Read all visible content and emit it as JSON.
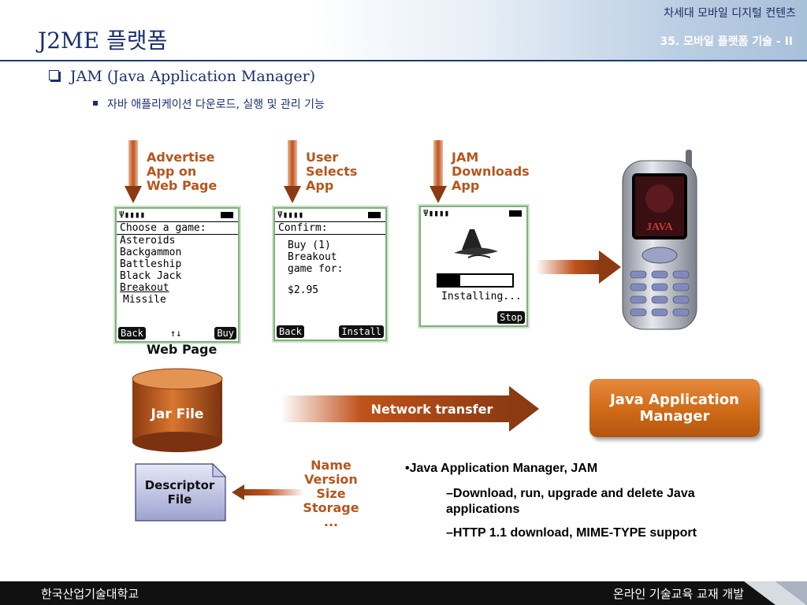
{
  "header": {
    "title": "J2ME 플랫폼",
    "course": "차세대 모바일 디지털 컨텐츠",
    "chapter": "35. 모바일 플랫폼 기술 - II"
  },
  "content": {
    "bullet1": "JAM (Java Application Manager)",
    "bullet2": "자바 애플리케이션 다운로드, 실행 및 관리 기능"
  },
  "diagram": {
    "steps": [
      {
        "label_lines": [
          "Advertise",
          "App on",
          "Web Page"
        ]
      },
      {
        "label_lines": [
          "User",
          "Selects",
          "App"
        ]
      },
      {
        "label_lines": [
          "JAM",
          "Downloads",
          "App"
        ]
      }
    ],
    "screen1": {
      "signal": "Ψ▮▮▮▮",
      "header": "Choose a game:",
      "items": [
        "Asteroids",
        "Backgammon",
        "Battleship",
        "Black Jack",
        "Breakout",
        "Missile"
      ],
      "left_key": "Back",
      "nav": "↑↓",
      "right_key": "Buy"
    },
    "screen1_caption": "Web Page",
    "screen2": {
      "signal": "Ψ▮▮▮▮",
      "header": "Confirm:",
      "lines": [
        "Buy (1)",
        "Breakout",
        "game for:",
        "",
        "$2.95"
      ],
      "left_key": "Back",
      "right_key": "Install"
    },
    "screen3": {
      "signal": "Ψ▮▮▮▮",
      "installing": "Installing...",
      "progress": 0.3,
      "right_key": "Stop"
    },
    "phone_screen_text": "JAVA",
    "jar_file": "Jar File",
    "network_transfer": "Network transfer",
    "jam_box": [
      "Java Application",
      "Manager"
    ],
    "descriptor_file": [
      "Descriptor",
      "File"
    ],
    "attributes": [
      "Name",
      "Version",
      "Size",
      "Storage",
      "..."
    ]
  },
  "info": {
    "title": "•Java Application Manager, JAM",
    "items": [
      "–Download, run, upgrade and delete Java applications",
      "–HTTP 1.1 download, MIME-TYPE support"
    ]
  },
  "footer": {
    "left": "한국산업기술대학교",
    "right": "온라인 기술교육 교재 개발"
  },
  "colors": {
    "accent_orange": "#b5561e",
    "title_navy": "#1a2f6e",
    "footer": "#111111"
  }
}
